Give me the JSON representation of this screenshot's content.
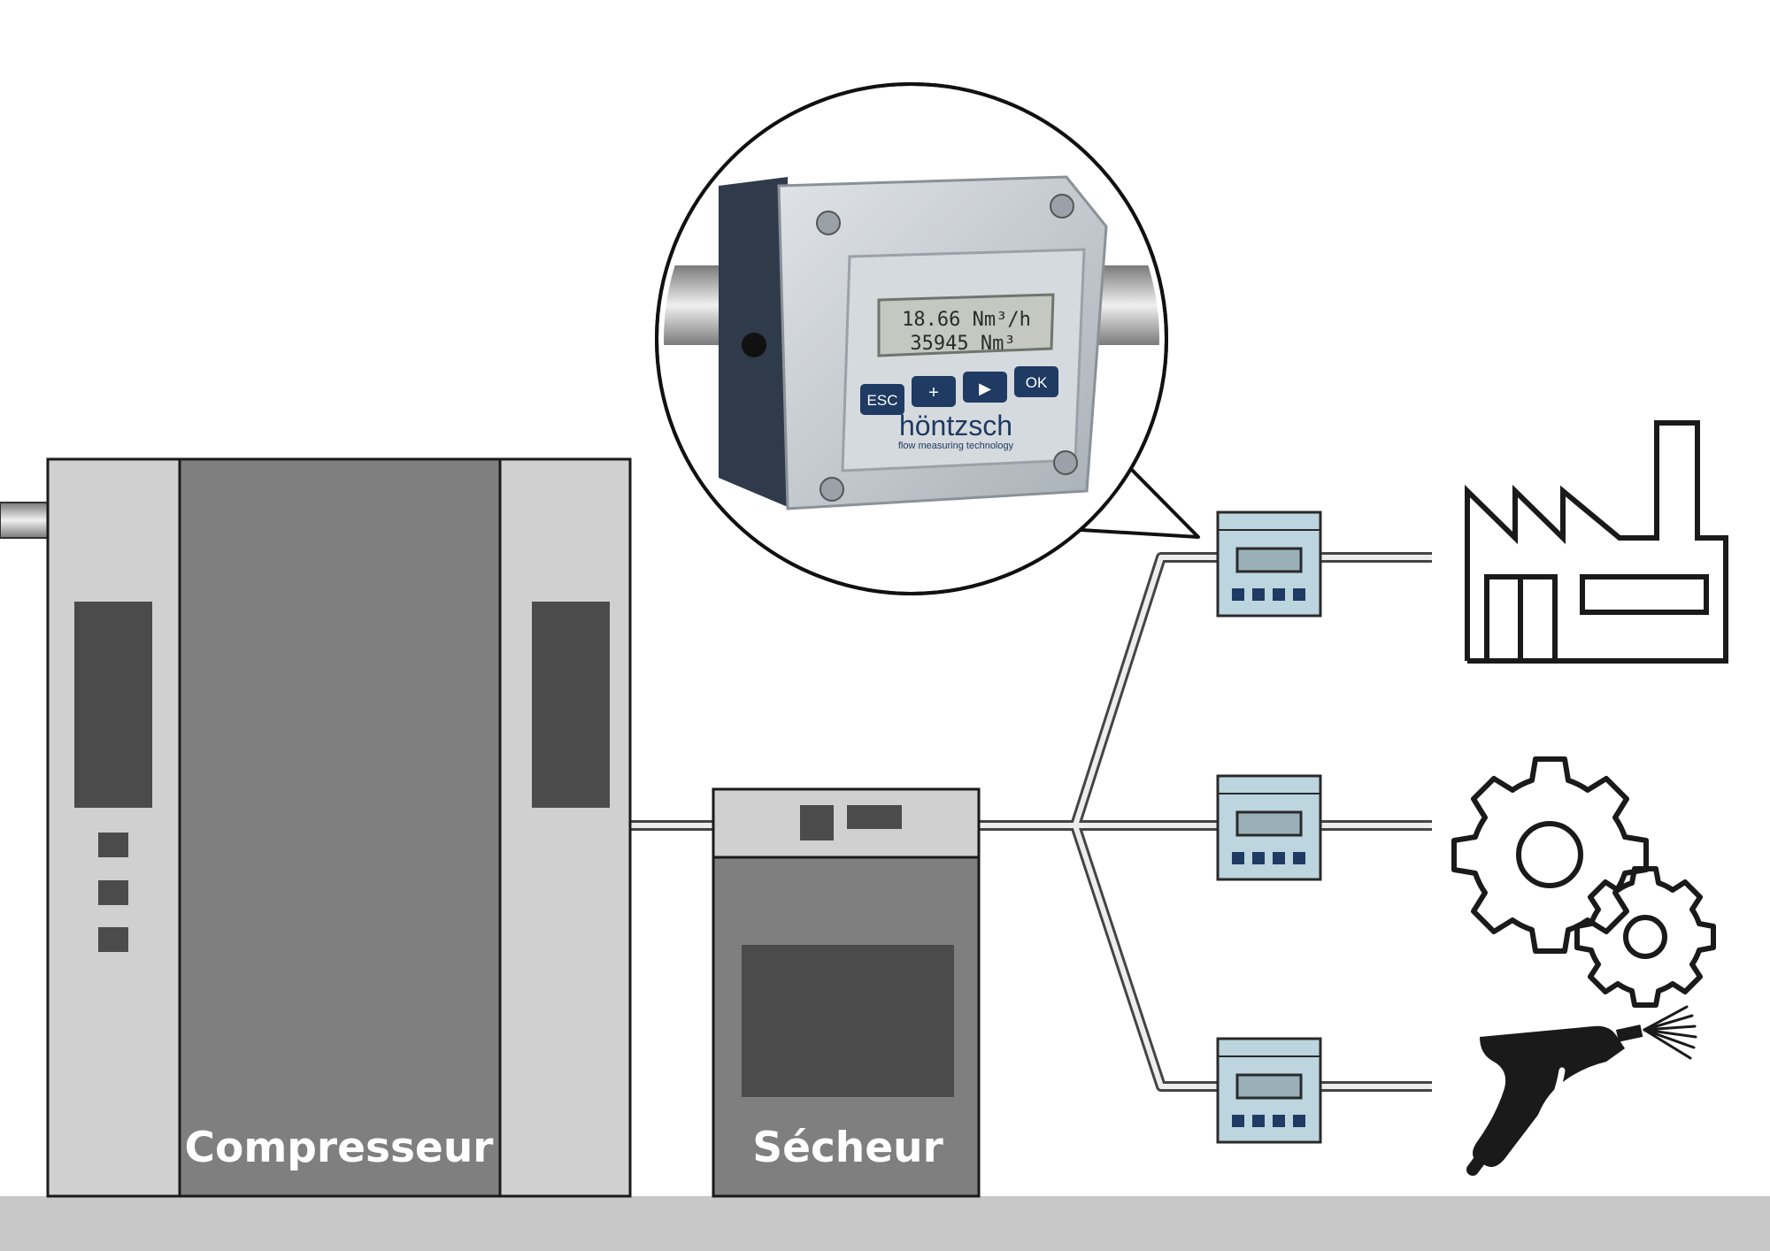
{
  "labels": {
    "compressor": "Compresseur",
    "dryer": "Sécheur"
  },
  "meter_display": {
    "line1": "18.66 Nm³/h",
    "line2": "35945 Nm³",
    "buttons": [
      "ESC",
      "+",
      "▶",
      "OK"
    ],
    "brand": "höntzsch",
    "tagline": "flow measuring technology"
  },
  "consumers": [
    {
      "icon": "factory-icon"
    },
    {
      "icon": "gears-icon"
    },
    {
      "icon": "air-blow-gun-icon"
    }
  ],
  "colors": {
    "unit_light": "#d0d0d0",
    "unit_dark": "#7f7f7f",
    "panel_dark": "#4b4b4b",
    "floor": "#c8c8c8",
    "meter_body": "#bcd5df",
    "meter_keys": "#1f3a63",
    "outline": "#1a1a1a"
  }
}
